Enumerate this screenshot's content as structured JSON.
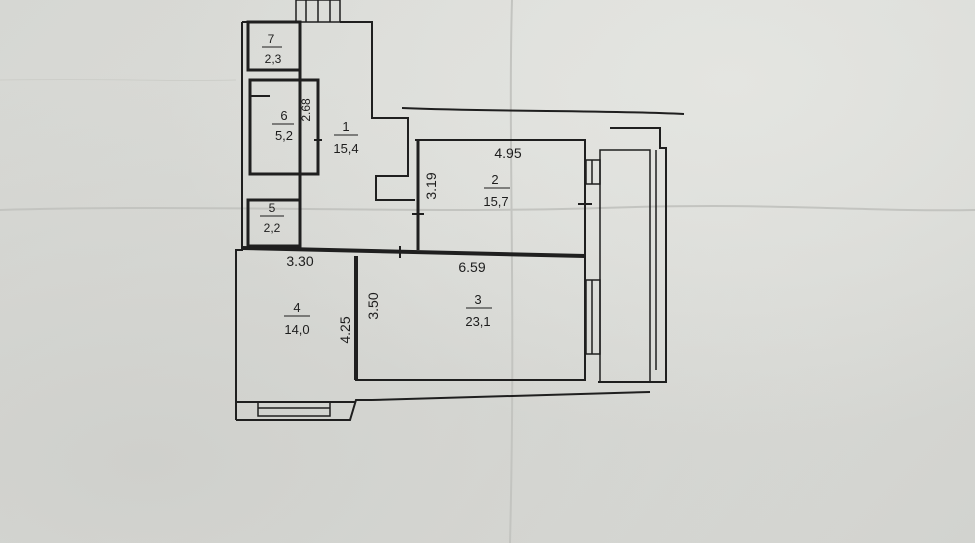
{
  "plan": {
    "rooms": [
      {
        "number": "1",
        "area": "15,4"
      },
      {
        "number": "2",
        "area": "15,7"
      },
      {
        "number": "3",
        "area": "23,1"
      },
      {
        "number": "4",
        "area": "14,0"
      },
      {
        "number": "5",
        "area": "2,2"
      },
      {
        "number": "6",
        "area": "5,2"
      },
      {
        "number": "7",
        "area": "2,3"
      }
    ],
    "dimensions": {
      "d_495": "4.95",
      "d_319": "3.19",
      "d_330": "3.30",
      "d_659": "6.59",
      "d_350": "3.50",
      "d_425": "4.25",
      "d_268": "2.68"
    }
  }
}
